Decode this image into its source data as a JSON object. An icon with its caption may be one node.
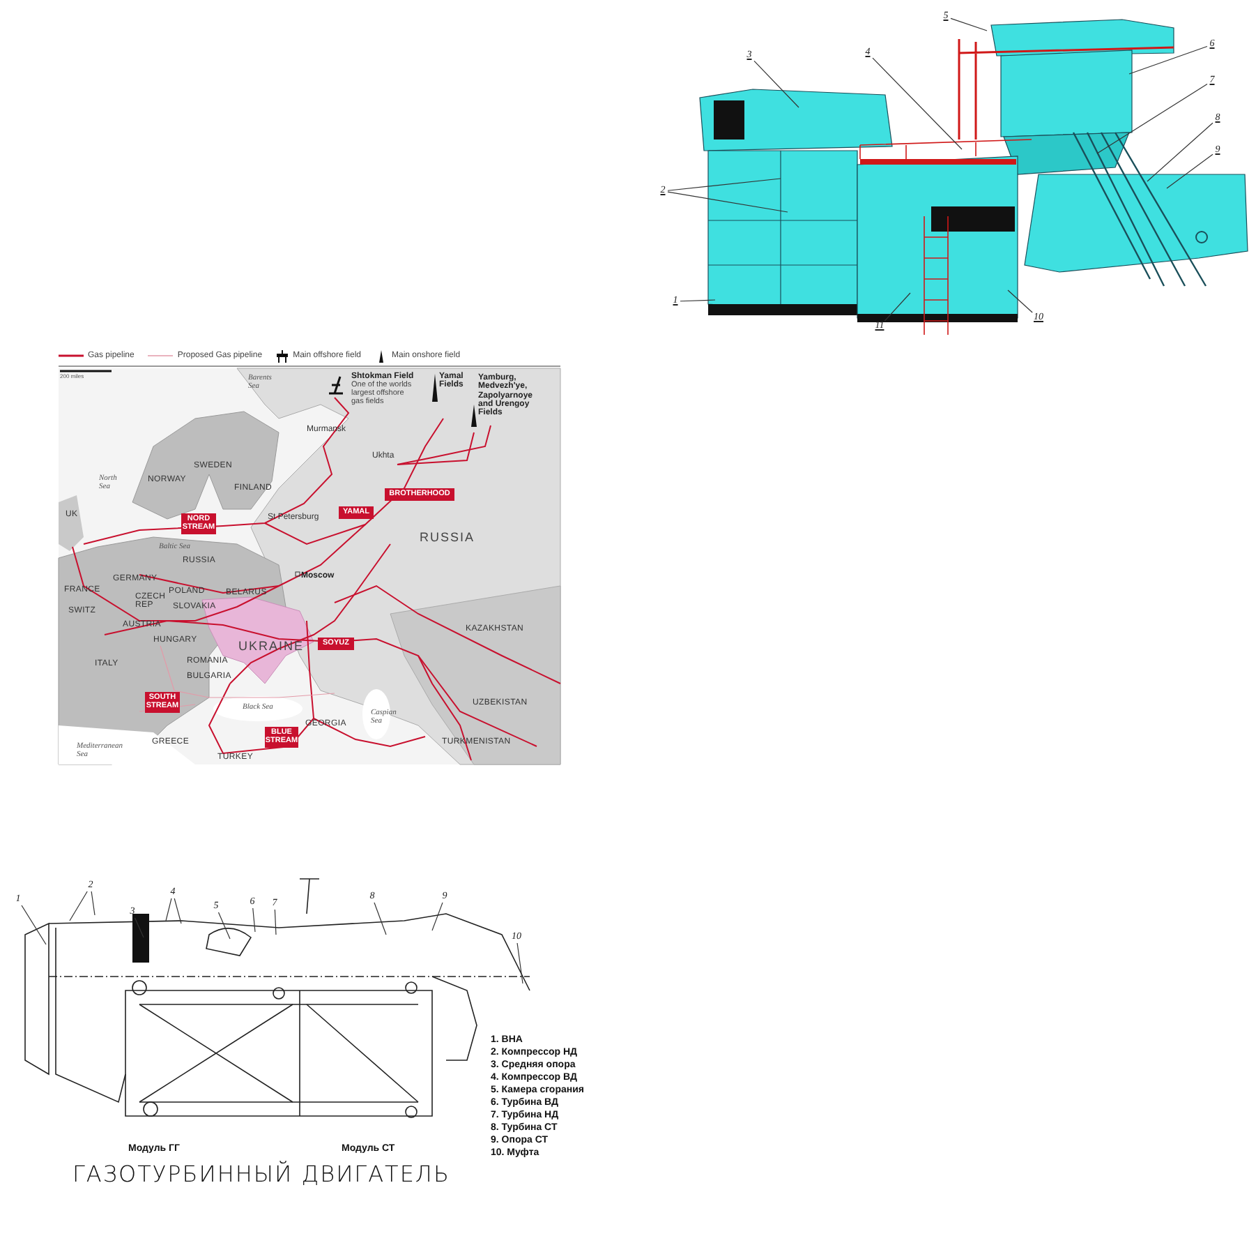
{
  "diagram": {
    "nodes": [
      {
        "text": [
          "1"
        ]
      },
      {
        "text": [
          "2"
        ]
      },
      {
        "text": [
          "3"
        ]
      },
      {
        "text": [
          "4"
        ]
      },
      {
        "text": [
          "5"
        ]
      },
      {
        "text": [
          "6"
        ]
      },
      {
        "text": [
          "7"
        ]
      },
      {
        "text": [
          "8"
        ]
      },
      {
        "text": [
          "9"
        ]
      },
      {
        "text": [
          "10"
        ]
      },
      {
        "text": [
          "11"
        ]
      },
      {
        "text": [
          "NORD STREAM"
        ]
      },
      {
        "text": [
          "YAMAL"
        ]
      },
      {
        "text": [
          "BROTHERHOOD"
        ]
      },
      {
        "text": [
          "SOYUZ"
        ]
      },
      {
        "text": [
          "SOUTH STREAM"
        ]
      },
      {
        "text": [
          "BLUE STREAM"
        ]
      },
      {
        "text": [
          "1"
        ]
      },
      {
        "text": [
          "2"
        ]
      },
      {
        "text": [
          "3"
        ]
      },
      {
        "text": [
          "4"
        ]
      },
      {
        "text": [
          "5"
        ]
      },
      {
        "text": [
          "6"
        ]
      },
      {
        "text": [
          "7"
        ]
      },
      {
        "text": [
          "8"
        ]
      },
      {
        "text": [
          "9"
        ]
      },
      {
        "text": [
          "10"
        ]
      }
    ],
    "edges": [
      {
        "from": 0,
        "to": null,
        "arrow": "none"
      },
      {
        "from": 1,
        "to": null,
        "arrow": "none"
      },
      {
        "from": 1,
        "to": null,
        "arrow": "none"
      },
      {
        "from": 2,
        "to": null,
        "arrow": "none"
      },
      {
        "from": 3,
        "to": null,
        "arrow": "none"
      },
      {
        "from": 4,
        "to": null,
        "arrow": "none"
      },
      {
        "from": 5,
        "to": null,
        "arrow": "none"
      },
      {
        "from": 6,
        "to": null,
        "arrow": "none"
      },
      {
        "from": 7,
        "to": null,
        "arrow": "none"
      },
      {
        "from": 8,
        "to": null,
        "arrow": "none"
      },
      {
        "from": 9,
        "to": null,
        "arrow": "none"
      },
      {
        "from": 10,
        "to": null,
        "arrow": "none"
      },
      {
        "from": 17,
        "to": null,
        "arrow": "none"
      },
      {
        "from": 18,
        "to": null,
        "arrow": "none"
      },
      {
        "from": 18,
        "to": null,
        "arrow": "none"
      },
      {
        "from": 19,
        "to": null,
        "arrow": "none"
      },
      {
        "from": 20,
        "to": null,
        "arrow": "none"
      },
      {
        "from": 20,
        "to": null,
        "arrow": "none"
      },
      {
        "from": 21,
        "to": null,
        "arrow": "none"
      },
      {
        "from": 22,
        "to": null,
        "arrow": "none"
      },
      {
        "from": 23,
        "to": null,
        "arrow": "none"
      },
      {
        "from": 24,
        "to": null,
        "arrow": "none"
      },
      {
        "from": 25,
        "to": null,
        "arrow": "none"
      },
      {
        "from": 26,
        "to": null,
        "arrow": "none"
      }
    ],
    "labels": [
      "200 miles",
      "Barents Sea",
      "Shtokman Field",
      "One of the worlds largest offshore gas fields",
      "Yamal Fields",
      "Yamburg, Medvezh'ye, Zapolyarnoye and Urengoy Fields",
      "Murmansk",
      "Ukhta",
      "North Sea",
      "NORWAY",
      "SWEDEN",
      "FINLAND",
      "UK",
      "St Petersburg",
      "RUSSIA",
      "Baltic Sea",
      "RUSSIA",
      "GERMANY",
      "POLAND",
      "BELARUS",
      "Moscow",
      "FRANCE",
      "CZECH REP",
      "SLOVAKIA",
      "SWITZ",
      "AUSTRIA",
      "HUNGARY",
      "UKRAINE",
      "KAZAKHSTAN",
      "ITALY",
      "ROMANIA",
      "BULGARIA",
      "UZBEKISTAN",
      "Black Sea",
      "Caspian Sea",
      "GEORGIA",
      "GREECE",
      "TURKEY",
      "TURKMENISTAN",
      "Mediterranean Sea",
      "Модуль ГГ",
      "Модуль СТ",
      "1. ВНА",
      "2. Компрессор НД",
      "3. Средняя опора",
      "4. Компрессор ВД",
      "5. Камера сгорания",
      "6. Турбина ВД",
      "7. Турбина НД",
      "8. Турбина СТ",
      "9. Опора СТ",
      "10. Муфта",
      "ГАЗОТУРБИННЫЙ ДВИГАТЕЛЬ"
    ],
    "legend": [
      {
        "text": "Gas pipeline"
      },
      {
        "text": "Proposed Gas pipeline"
      },
      {
        "text": "Main offshore field"
      },
      {
        "text": "Main onshore field"
      }
    ]
  }
}
